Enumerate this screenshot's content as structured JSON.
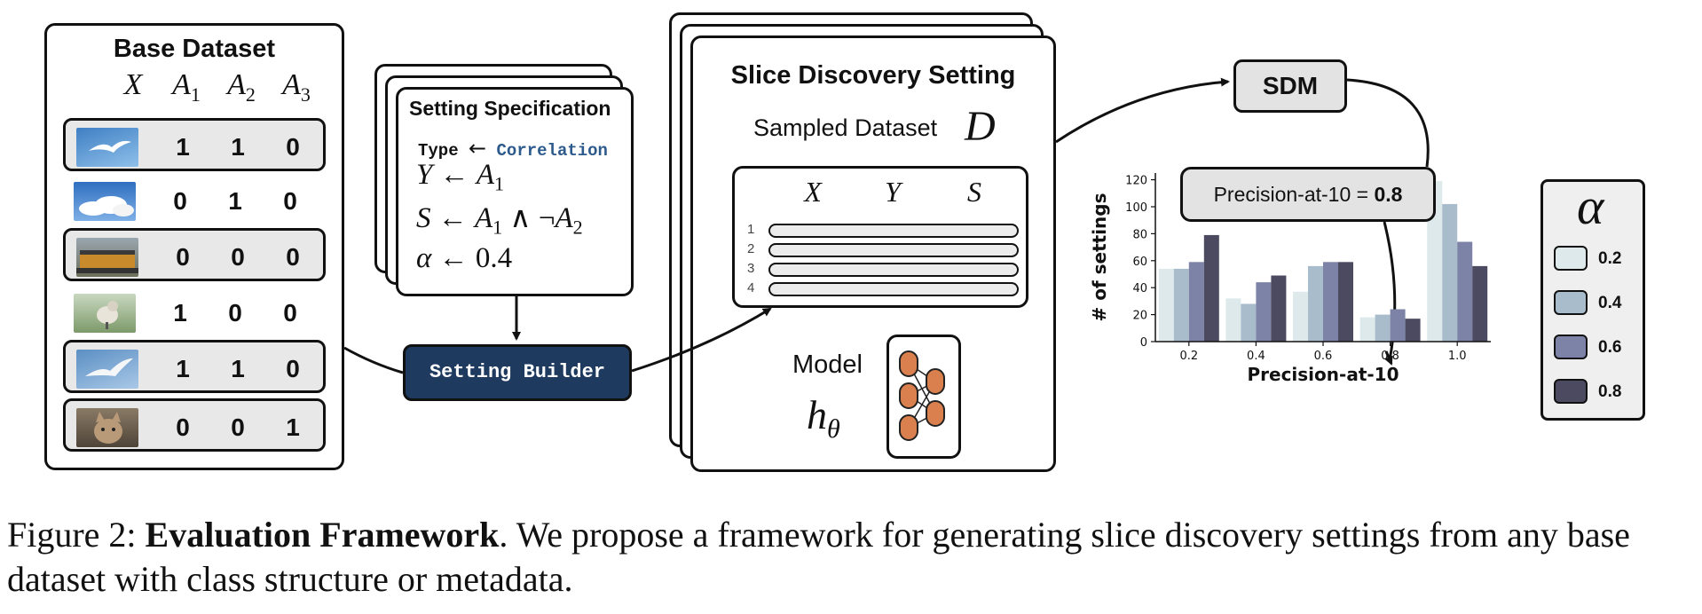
{
  "base_dataset": {
    "title": "Base Dataset",
    "columns": [
      "X",
      "A",
      "A",
      "A"
    ],
    "column_subscripts": [
      "1",
      "2",
      "3"
    ],
    "rows": [
      {
        "image": "seagull-photo",
        "values": [
          "1",
          "1",
          "0"
        ],
        "highlighted": true
      },
      {
        "image": "clouds-photo",
        "values": [
          "0",
          "1",
          "0"
        ],
        "highlighted": false
      },
      {
        "image": "train-photo",
        "values": [
          "0",
          "0",
          "0"
        ],
        "highlighted": true
      },
      {
        "image": "small-bird-photo",
        "values": [
          "1",
          "0",
          "0"
        ],
        "highlighted": false
      },
      {
        "image": "flying-bird-photo",
        "values": [
          "1",
          "1",
          "0"
        ],
        "highlighted": true
      },
      {
        "image": "cat-photo",
        "values": [
          "0",
          "0",
          "1"
        ],
        "highlighted": true
      }
    ]
  },
  "setting_specification": {
    "title": "Setting Specification",
    "type_key": "Type",
    "arrow": "←",
    "type_value": "Correlation",
    "y_line": {
      "lhs": "Y",
      "rhs": "A",
      "sub": "1"
    },
    "s_line": {
      "lhs": "S",
      "a1": "A",
      "sub1": "1",
      "and": "∧",
      "not": "¬",
      "a2": "A",
      "sub2": "2"
    },
    "alpha_line": {
      "lhs": "α",
      "value": "0.4"
    }
  },
  "setting_builder": {
    "label": "Setting Builder"
  },
  "slice_discovery": {
    "title": "Slice Discovery Setting",
    "sampled_label": "Sampled Dataset",
    "dataset_symbol": "D",
    "table_headers": [
      "X",
      "Y",
      "S"
    ],
    "row_numbers": [
      "1",
      "2",
      "3",
      "4"
    ],
    "model_label": "Model",
    "model_symbol": "h",
    "model_subscript": "θ"
  },
  "sdm": {
    "label": "SDM"
  },
  "precision_box": {
    "label": "Precision-at-10 = ",
    "value": "0.8"
  },
  "chart_data": {
    "type": "bar",
    "categories": [
      "0.2",
      "0.4",
      "0.6",
      "0.8",
      "1.0"
    ],
    "series": [
      {
        "name": "0.2",
        "color": "#dde9ea",
        "values": [
          54,
          32,
          37,
          18,
          119
        ]
      },
      {
        "name": "0.4",
        "color": "#a9bccc",
        "values": [
          54,
          28,
          56,
          20,
          102
        ]
      },
      {
        "name": "0.6",
        "color": "#7c83a6",
        "values": [
          59,
          44,
          59,
          24,
          74
        ]
      },
      {
        "name": "0.8",
        "color": "#4b4a60",
        "values": [
          79,
          49,
          59,
          17,
          56
        ]
      }
    ],
    "xlabel": "Precision-at-10",
    "ylabel": "# of settings",
    "yticks": [
      "0",
      "20",
      "40",
      "60",
      "80",
      "100",
      "120"
    ],
    "ylim": [
      0,
      125
    ],
    "legend_title": "α",
    "legend_position": "right"
  },
  "caption": {
    "prefix": "Figure 2: ",
    "bold": "Evaluation Framework",
    "text": ". We propose a framework for generating slice discovery settings from any base dataset with class structure or metadata."
  }
}
